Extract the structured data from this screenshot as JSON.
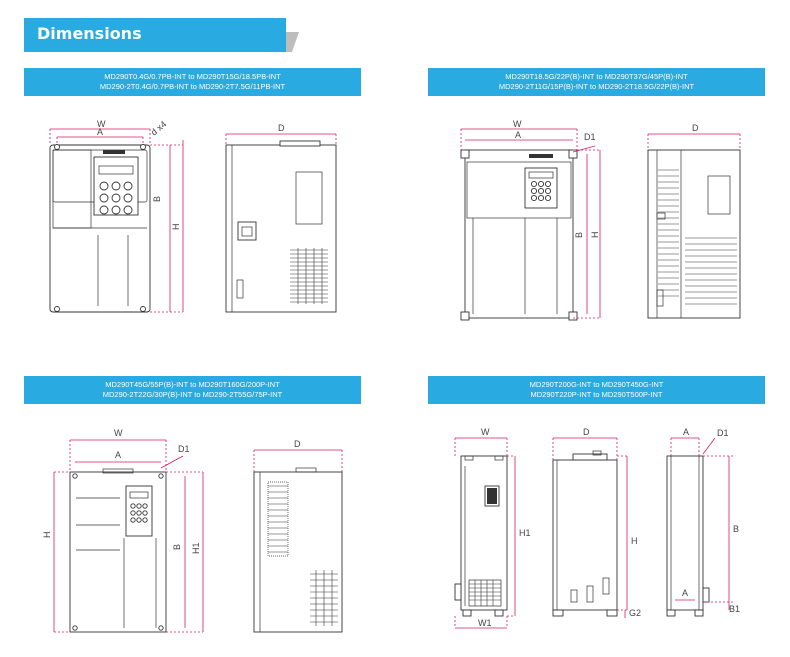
{
  "header": {
    "title": "Dimensions"
  },
  "sections": [
    {
      "line1": "MD290T0.4G/0.7PB-INT to MD290T15G/18.5PB-INT",
      "line2": "MD290-2T0.4G/0.7PB-INT to MD290-2T7.5G/11PB-INT"
    },
    {
      "line1": "MD290T18.5G/22P(B)-INT to MD290T37G/45P(B)-INT",
      "line2": "MD290-2T11G/15P(B)-INT to MD290-2T18.5G/22P(B)-INT"
    },
    {
      "line1": "MD290T45G/55P(B)-INT to MD290T160G/200P-INT",
      "line2": "MD290-2T22G/30P(B)-INT to MD290-2T55G/75P-INT"
    },
    {
      "line1": "MD290T200G-INT to MD290T450G-INT",
      "line2": "MD290T220P-INT to MD290T500P-INT"
    }
  ],
  "labels": {
    "w": "W",
    "a": "A",
    "b": "B",
    "h": "H",
    "d": "D",
    "d1": "D1",
    "dx4": "d x4",
    "h1": "H1",
    "w1": "W1",
    "b1": "B1",
    "g2": "G2"
  }
}
